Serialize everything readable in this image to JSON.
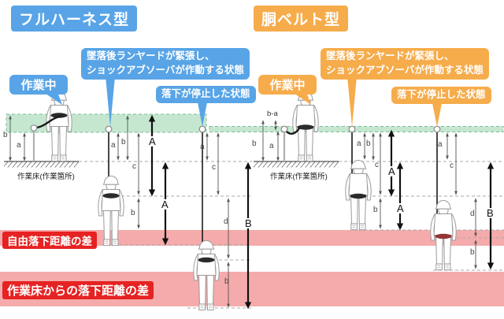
{
  "left_panel": {
    "title": "フルハーネス型",
    "working": "作業中",
    "fall_line1": "墜落後ランヤードが緊張し、",
    "fall_line2": "ショックアブソーバが作動する状態",
    "stopped": "落下が停止した状態",
    "floor": "作業床(作業箇所)"
  },
  "right_panel": {
    "title": "胴ベルト型",
    "working": "作業中",
    "fall_line1": "墜落後ランヤードが緊張し、",
    "fall_line2": "ショックアブソーバが作動する状態",
    "stopped": "落下が停止した状態",
    "floor": "作業床(作業箇所)"
  },
  "bands": {
    "free_fall": "自由落下距離の差",
    "floor_fall": "作業床からの落下距離の差"
  },
  "measures": {
    "a": "a",
    "b": "b",
    "c": "c",
    "d": "d",
    "A": "A",
    "B": "B",
    "b_minus_a": "b-a"
  },
  "colors": {
    "blue": "#58A4E6",
    "orange": "#F6AC4B",
    "green_band": "#C5E7D0",
    "green_edge": "#7FBD97",
    "pink_band": "#F5ABAB",
    "red_label": "#E62222"
  }
}
